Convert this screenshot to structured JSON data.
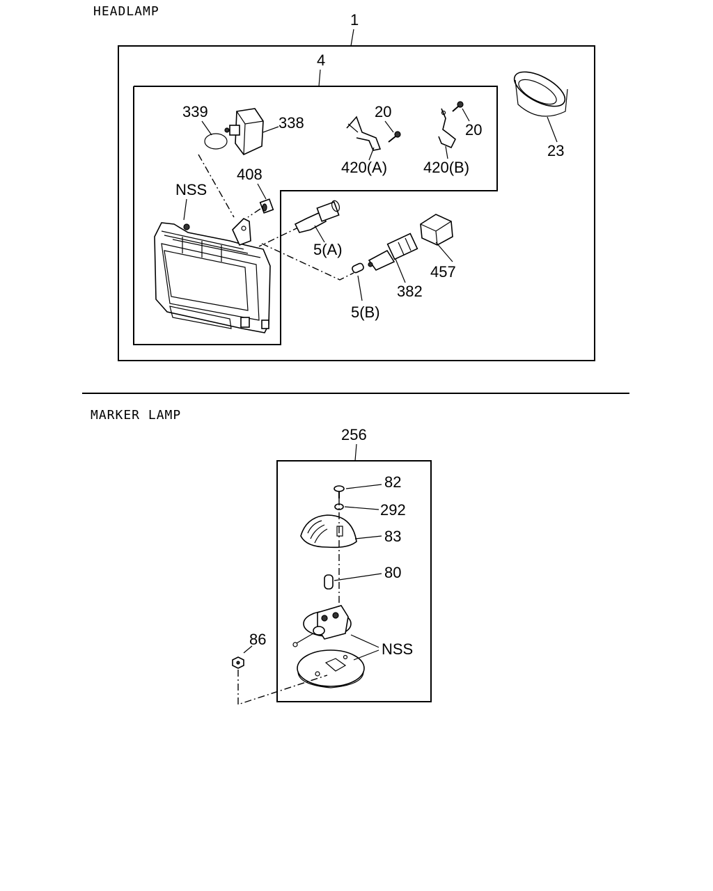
{
  "sections": {
    "headlamp_title": "HEADLAMP",
    "marker_lamp_title": "MARKER LAMP"
  },
  "headlamp": {
    "assembly_ref": "1",
    "subassembly_ref": "4",
    "labels": {
      "p339": "339",
      "p338": "338",
      "p20a": "20",
      "p20b": "20",
      "p420a": "420(A)",
      "p420b": "420(B)",
      "p23": "23",
      "nss": "NSS",
      "p408": "408",
      "p5a": "5(A)",
      "p5b": "5(B)",
      "p382": "382",
      "p457": "457"
    }
  },
  "marker_lamp": {
    "assembly_ref": "256",
    "labels": {
      "p82": "82",
      "p292": "292",
      "p83": "83",
      "p80": "80",
      "p86": "86",
      "nss": "NSS"
    }
  }
}
